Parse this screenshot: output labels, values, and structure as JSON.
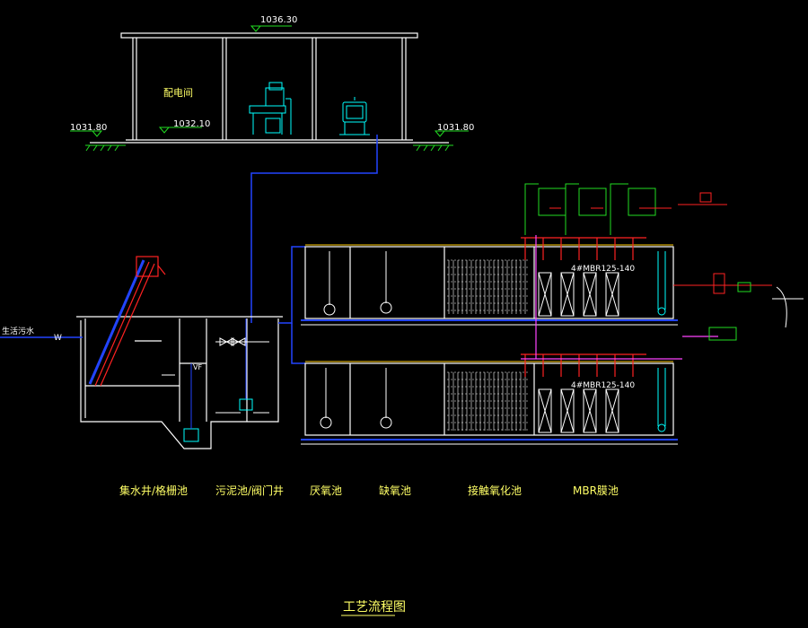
{
  "building": {
    "elev_roof": "1036.30",
    "elev_floor": "1032.10",
    "elev_ground_left": "1031.80",
    "elev_ground_right": "1031.80",
    "room_label": "配电间"
  },
  "process": {
    "membrane_upper": "4#MBR125-140",
    "membrane_lower": "4#MBR125-140",
    "inlet_label": "生活污水",
    "flow_mark": "W",
    "level_mark": "VF"
  },
  "labels": {
    "tank_1": "集水井/格栅池",
    "tank_2": "污泥池/阀门井",
    "tank_3": "厌氧池",
    "tank_4": "缺氧池",
    "tank_5": "接触氧化池",
    "tank_6": "MBR膜池"
  },
  "title": "工艺流程图",
  "colors": {
    "background": "#000000",
    "structure": "#ffffff",
    "water_line": "#2244ff",
    "air_line": "#ff2222",
    "chem_line": "#22dd22",
    "equipment": "#00ffff",
    "level_line": "#ffcc00",
    "sludge_line": "#ff44ff",
    "text": "#ffff66"
  },
  "icons": [
    "grit-screen-icon",
    "pump-icon",
    "blower-icon",
    "aerator-icon",
    "membrane-module-icon",
    "elevation-marker-icon"
  ]
}
